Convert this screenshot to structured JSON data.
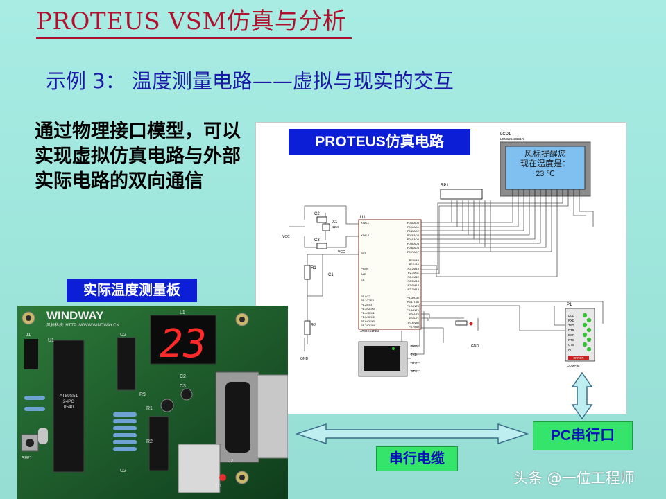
{
  "title": "PROTEUS VSM仿真与分析",
  "subtitle": "示例 3： 温度测量电路——虚拟与现实的交互",
  "description": "通过物理接口模型，可以实现虚拟仿真电路与外部实际电路的双向通信",
  "labels": {
    "proteus_circuit": "PROTEUS仿真电路",
    "real_board": "实际温度测量板",
    "pc_serial_port": "PC串行口",
    "serial_cable": "串行电缆"
  },
  "schematic": {
    "lcd_ref": "LCD1",
    "lcd_model": "LGM12641BS1R",
    "lcd_line1": "风标提醒您",
    "lcd_line2": "现在温度是：",
    "lcd_line3": "23 ℃",
    "rp_ref": "RP1",
    "mcu_ref": "U1",
    "mcu_model": "AT89C51RD2",
    "c2": "C2",
    "c3": "C3",
    "c1": "C1",
    "x1": "X1",
    "x1_val": "12M",
    "r1": "R1",
    "r2": "R2",
    "p1": "P1",
    "p1_model": "COMPIM",
    "vcc": "VCC",
    "gnd": "GND",
    "gnd2": "GND",
    "gnd3": "GND",
    "mcu_left_pins": [
      "XTAL1",
      "XTAL2",
      "RST",
      "PSEN",
      "ALE",
      "EA"
    ],
    "mcu_left_pins2": [
      "P1.0/T2",
      "P1.1/T2EX",
      "P1.2/ECI",
      "P1.3/CEX0",
      "P1.4/CEX1",
      "P1.5/CEX2",
      "P1.6/CEX3",
      "P1.7/CEX4"
    ],
    "mcu_right_pins": [
      "P0.0/AD0",
      "P0.1/AD1",
      "P0.2/AD2",
      "P0.3/AD3",
      "P0.4/AD4",
      "P0.5/AD5",
      "P0.6/AD6",
      "P0.7/AD7"
    ],
    "mcu_right_pins2": [
      "P2.0/A8",
      "P2.1/A9",
      "P2.2/A10",
      "P2.3/A11",
      "P2.4/A12",
      "P2.5/A13",
      "P2.6/A14",
      "P2.7/A15"
    ],
    "mcu_right_pins3": [
      "P3.0/RXD",
      "P3.1/TXD",
      "P3.2/INT0",
      "P3.3/INT1",
      "P3.4/T0",
      "P3.5/T1",
      "P3.6/WR",
      "P3.7/RD"
    ],
    "db9_pins": [
      "DCD",
      "RXD",
      "TXD",
      "DTR",
      "DSR",
      "RTS",
      "CTS",
      "RI"
    ],
    "db9_status": "ERROR",
    "vt_pins": [
      "RXD",
      "TXD",
      "RTS",
      "CTS"
    ]
  },
  "board": {
    "brand": "WINDWAY",
    "brand_sub": "风标科技: HTTP://WWW.WINDWAY.CN",
    "display": "23",
    "chip_text1": "AT89S51",
    "chip_text2": "24PC",
    "chip_text3": "0540",
    "refs": [
      "J1",
      "U1",
      "U2",
      "L1",
      "C2",
      "C3",
      "R9",
      "J2",
      "SW1",
      "U2",
      "D1",
      "R1",
      "R2"
    ]
  },
  "watermark": "头条 @一位工程师",
  "colors": {
    "title": "#b0112e",
    "subtitle": "#1a1aa6",
    "label_blue": "#0d1fd6",
    "label_green": "#35e46a",
    "lcd_bg": "#7fc0f0",
    "board_pcb": "#1a5a2a",
    "seg_red": "#ff2a2a"
  }
}
